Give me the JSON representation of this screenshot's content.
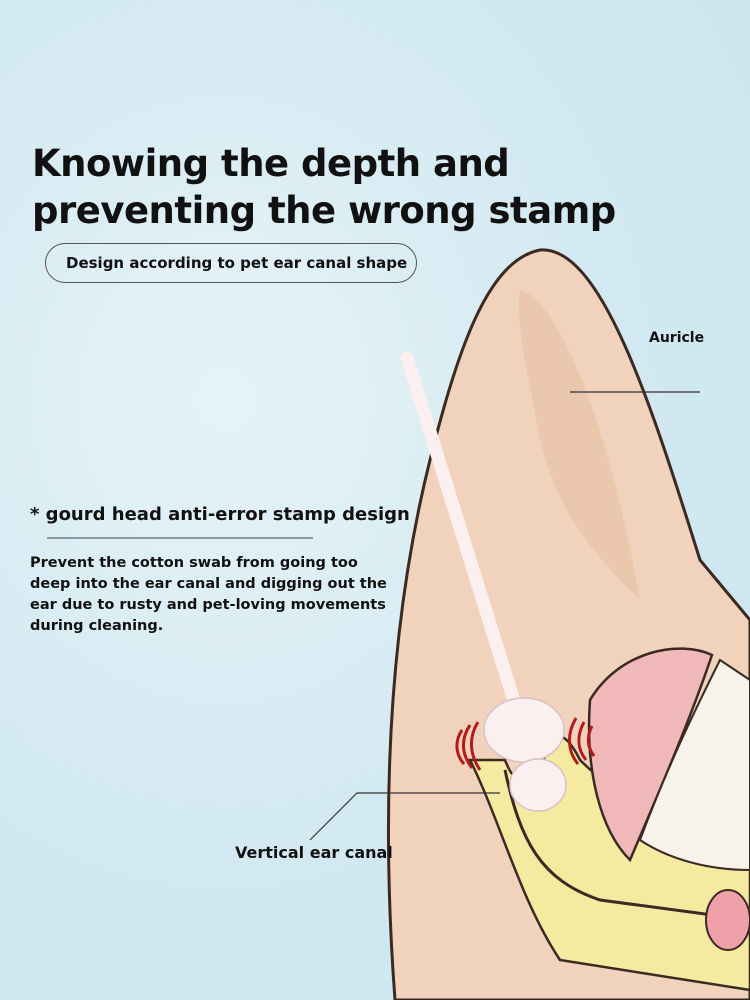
{
  "header": {
    "title_line1": "Knowing the depth and",
    "title_line2": "preventing the wrong stamp",
    "pill_label": "Design according to pet ear canal shape"
  },
  "feature": {
    "title": "* gourd head anti-error stamp design",
    "description": "Prevent the cotton swab from going too deep into the ear canal and digging out the ear due to rusty and pet-loving movements during cleaning."
  },
  "labels": {
    "auricle": "Auricle",
    "canal": "Vertical ear canal"
  },
  "colors": {
    "skin": "#f1d2bc",
    "canal": "#f4eaa0",
    "pink": "#f0b8b8",
    "warning": "#b51a1a"
  }
}
